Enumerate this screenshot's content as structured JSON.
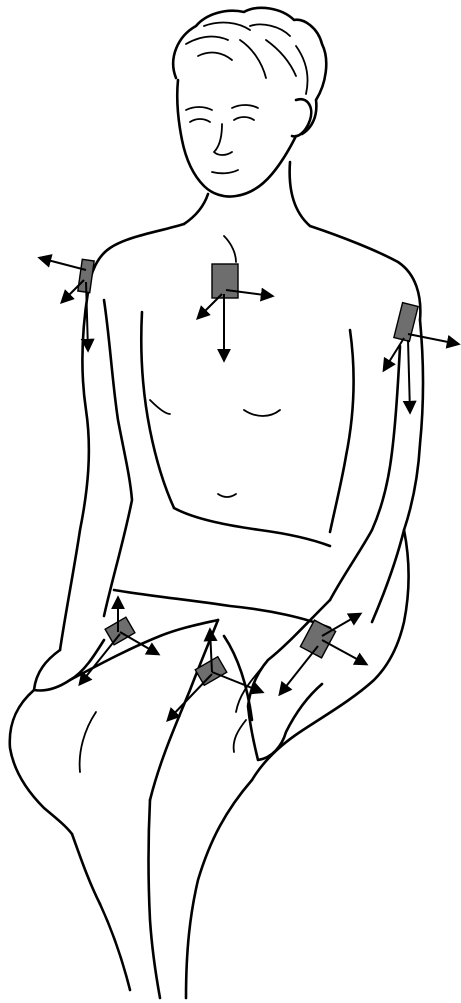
{
  "figure": {
    "subject": "seated-person",
    "sensor_color": "#6e6e6e",
    "line_color": "#000000",
    "background": "#ffffff",
    "sensors": [
      {
        "name": "left-shoulder-sensor"
      },
      {
        "name": "chest-sensor"
      },
      {
        "name": "right-upper-arm-sensor"
      },
      {
        "name": "left-thigh-sensor"
      },
      {
        "name": "center-thigh-sensor"
      },
      {
        "name": "right-wrist-sensor"
      }
    ]
  }
}
